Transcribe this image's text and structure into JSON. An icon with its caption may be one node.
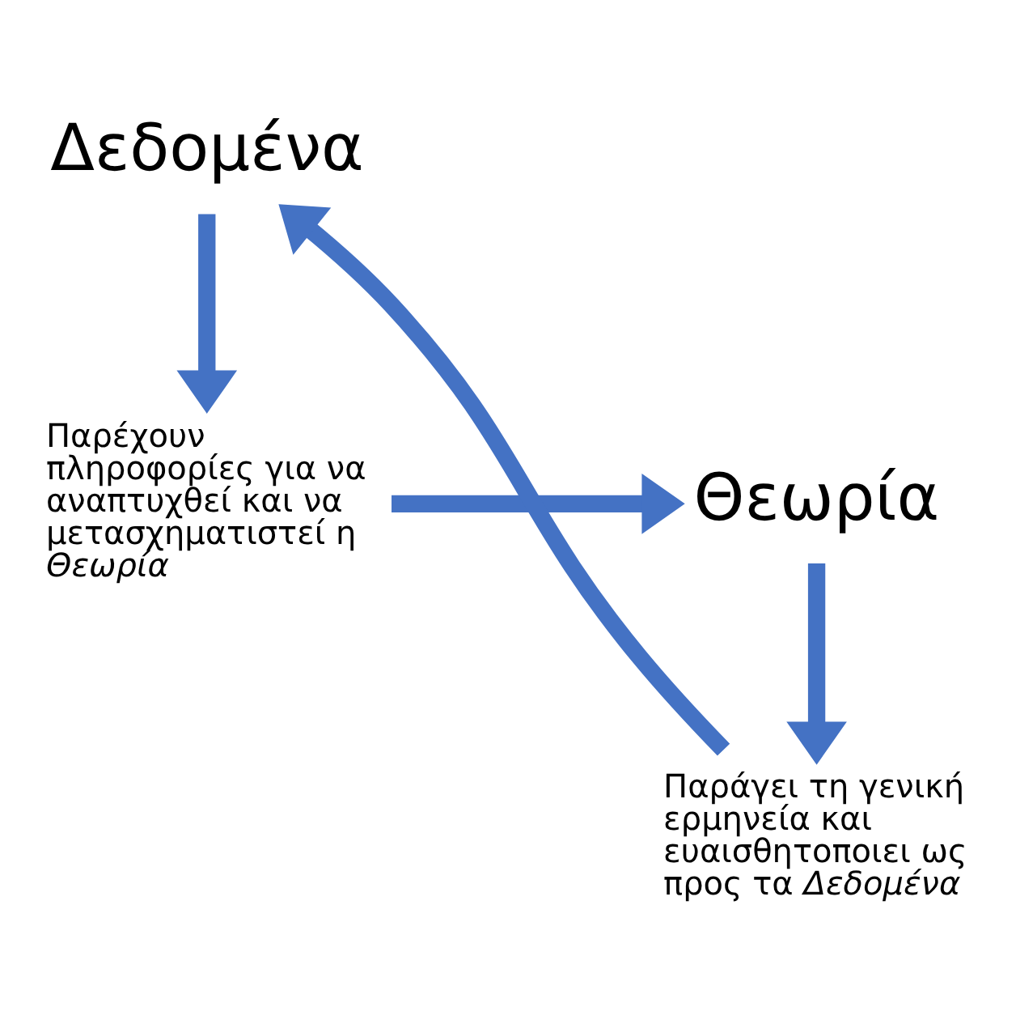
{
  "diagram": {
    "nodes": [
      {
        "text": [
          "Παρέχουν πληροφορίες για να αναπτυχθεί και να μετασχηματιστεί η *Θεωρία*"
        ]
      },
      {
        "text": [
          "Θεωρία"
        ]
      },
      {
        "text": [
          "Παράγει τη γενική ερμηνεία και ευαισθητοποιει ως προς τα *Δεδομένα*"
        ]
      },
      {
        "text": [
          "Δεδομένα"
        ]
      }
    ],
    "edges": [
      {
        "from": 0,
        "to": 1,
        "arrow": "to"
      },
      {
        "from": 1,
        "to": 2,
        "arrow": "to"
      },
      {
        "from": 2,
        "to": 3,
        "arrow": "to"
      },
      {
        "from": 3,
        "to": 0,
        "arrow": "to"
      }
    ]
  }
}
